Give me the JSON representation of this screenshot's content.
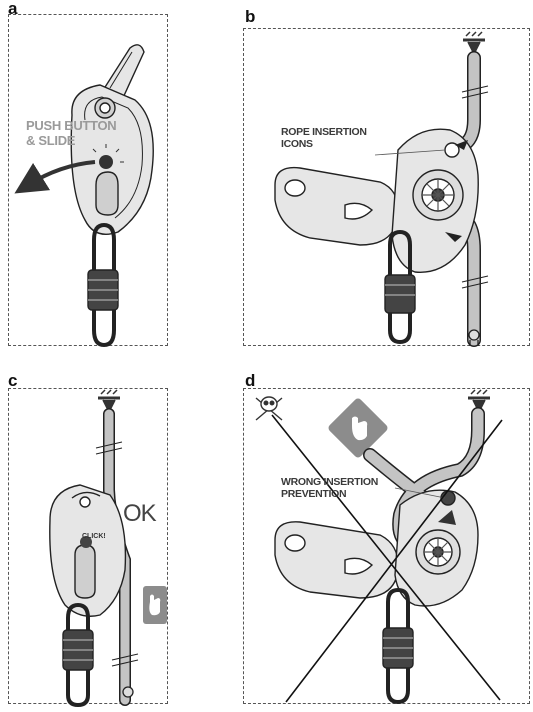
{
  "panels": {
    "a": {
      "label": "a",
      "callout": "PUSH BUTTON\n& SLIDE"
    },
    "b": {
      "label": "b",
      "callout": "ROPE INSERTION\nICONS"
    },
    "c": {
      "label": "c",
      "ok_text": "OK",
      "click_text": "CLICK!"
    },
    "d": {
      "label": "d",
      "callout": "WRONG INSERTION\nPREVENTION"
    }
  },
  "colors": {
    "line": "#222222",
    "device": "#e6e6e6",
    "rope": "#c4c4c4",
    "icon_box": "#8c8c8c",
    "dark": "#333333"
  },
  "icons": [
    "anchor-icon",
    "skull-crossbones-icon",
    "hand-icon",
    "arrow-icon",
    "carabiner-icon",
    "knot-icon"
  ]
}
